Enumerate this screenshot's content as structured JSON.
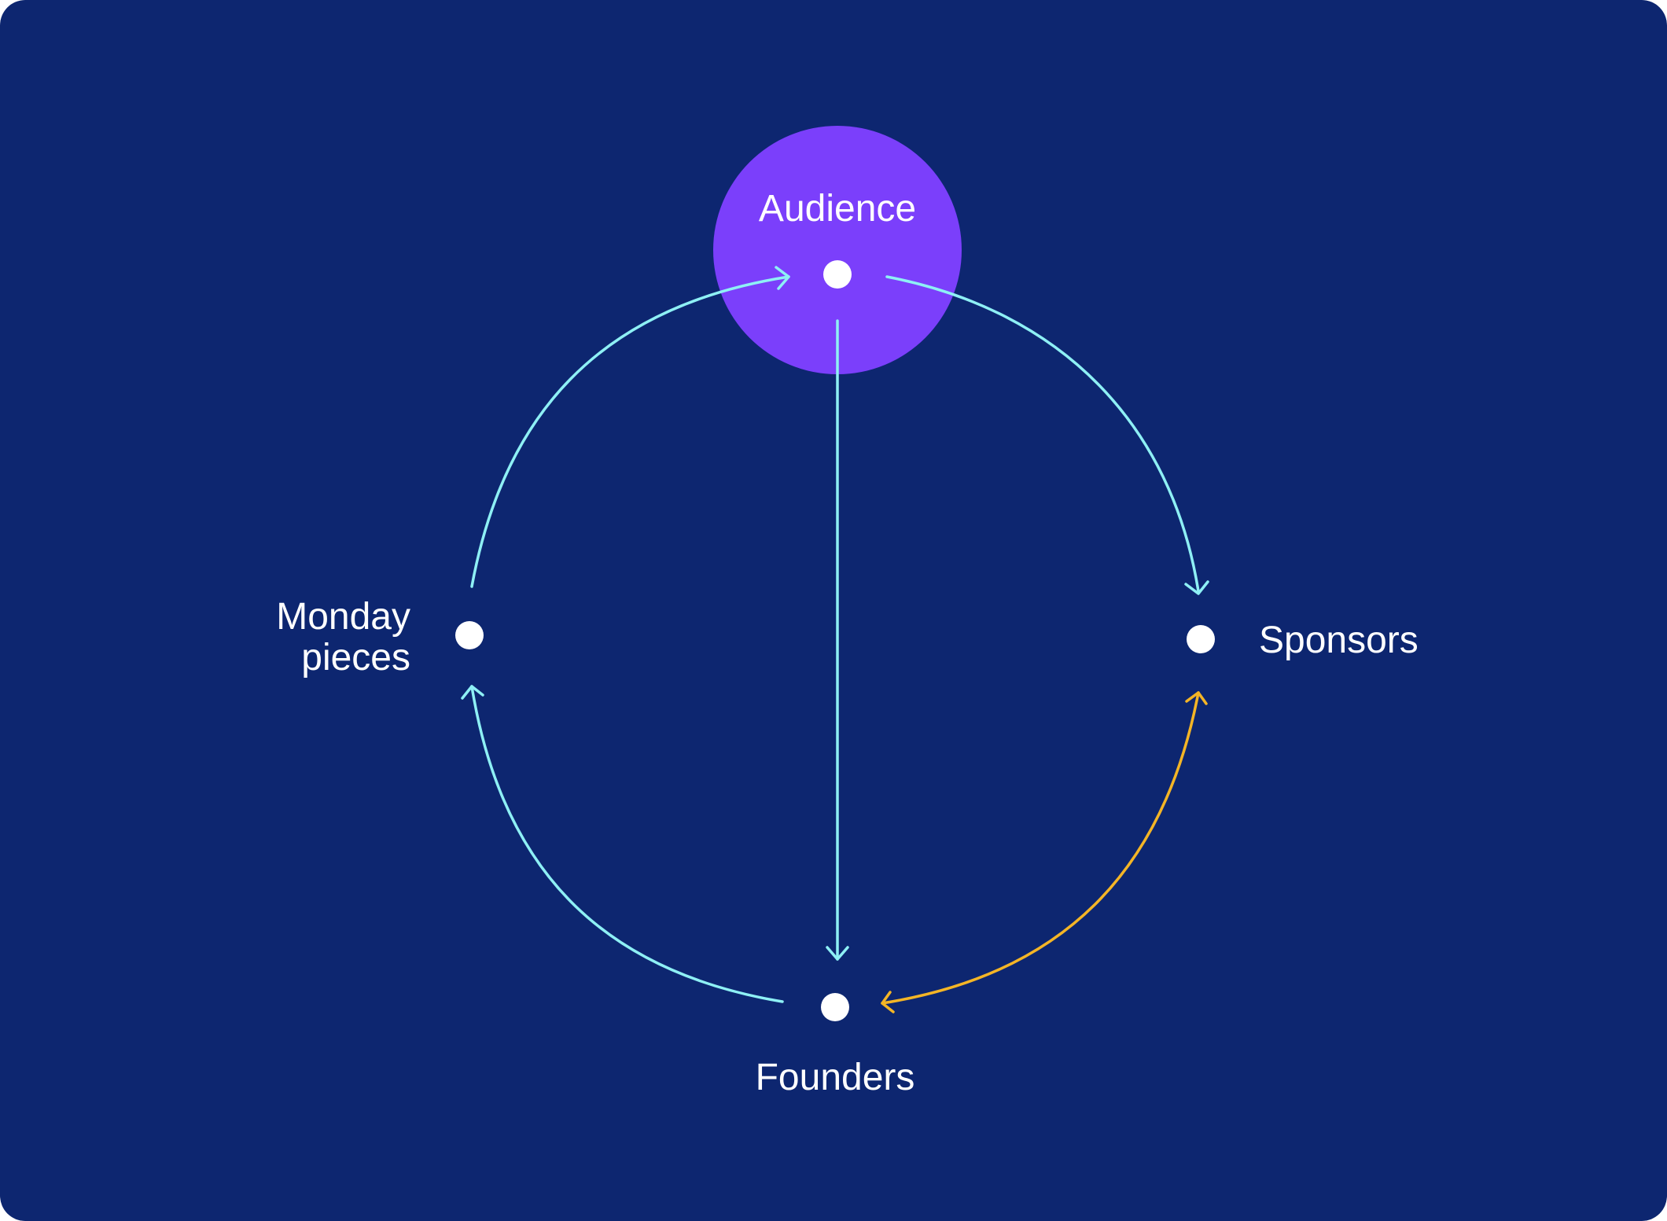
{
  "colors": {
    "background": "#0d2670",
    "highlight_circle": "#7b3ffb",
    "arrow_primary": "#8ef0f5",
    "arrow_secondary": "#f4b526",
    "node": "#ffffff"
  },
  "nodes": {
    "audience": {
      "label": "Audience",
      "highlighted": true
    },
    "monday_pieces": {
      "label_line1": "Monday",
      "label_line2": "pieces"
    },
    "sponsors": {
      "label": "Sponsors"
    },
    "founders": {
      "label": "Founders"
    }
  },
  "edges": [
    {
      "from": "Monday pieces",
      "to": "Audience",
      "color": "arrow_primary"
    },
    {
      "from": "Audience",
      "to": "Sponsors",
      "color": "arrow_primary"
    },
    {
      "from": "Audience",
      "to": "Founders",
      "color": "arrow_primary"
    },
    {
      "from": "Founders",
      "to": "Monday pieces",
      "color": "arrow_primary"
    },
    {
      "from": "Sponsors",
      "to": "Founders",
      "color": "arrow_secondary",
      "bidirectional": true
    }
  ]
}
